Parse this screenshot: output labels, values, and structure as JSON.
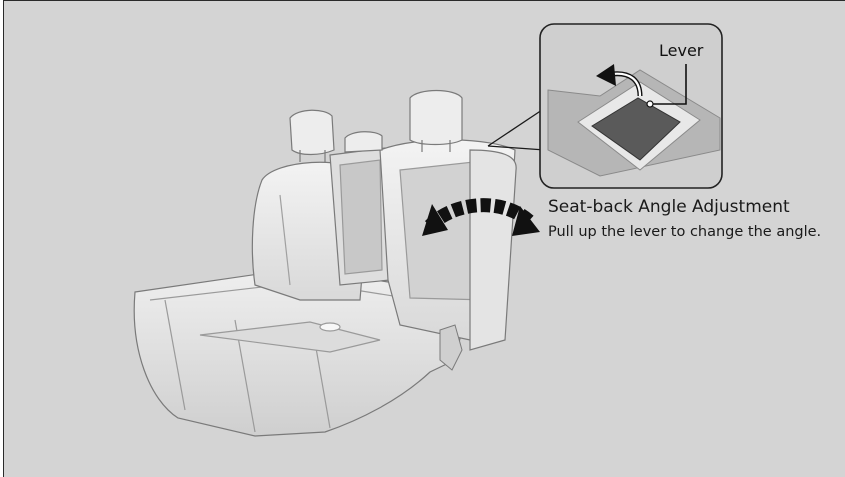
{
  "diagram": {
    "inset_label": "Lever",
    "callout_title": "Seat-back Angle Adjustment",
    "callout_body": "Pull up the lever to change the angle."
  },
  "colors": {
    "panel_background": "#d4d4d4",
    "seat_fill": "#e9e9e9",
    "seat_shadow": "#b9b9b9",
    "seat_outline": "#7a7a7a",
    "arrow": "#111111"
  },
  "icons": {
    "adjust_arrow": "double-headed-curved-arrow",
    "lever_arrow": "curved-arrow-left"
  }
}
